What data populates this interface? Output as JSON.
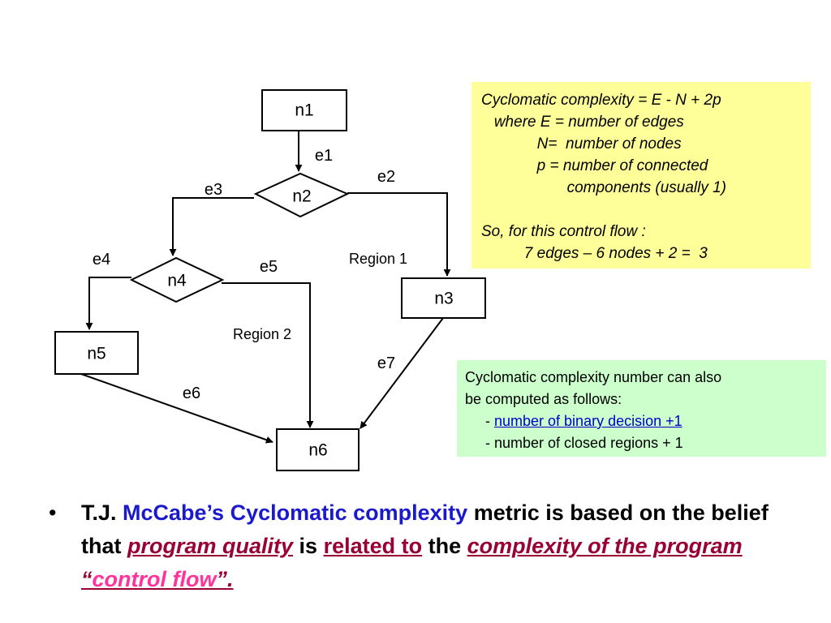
{
  "diagram": {
    "nodes": {
      "n1": "n1",
      "n2": "n2",
      "n3": "n3",
      "n4": "n4",
      "n5": "n5",
      "n6": "n6"
    },
    "edges": {
      "e1": "e1",
      "e2": "e2",
      "e3": "e3",
      "e4": "e4",
      "e5": "e5",
      "e6": "e6",
      "e7": "e7"
    },
    "regions": {
      "r1": "Region 1",
      "r2": "Region 2"
    }
  },
  "formula_note": {
    "line1": "Cyclomatic complexity = E - N + 2p",
    "line2": "   where E = number of edges",
    "line3": "             N=  number of nodes",
    "line4": "             p = number of connected",
    "line5": "                    components (usually 1)",
    "line6": "So, for this control flow :",
    "line7": "          7 edges – 6 nodes + 2 =  3"
  },
  "alt_note": {
    "line1": "Cyclomatic complexity number can also",
    "line2": "be computed as follows:",
    "item1_prefix": "     - ",
    "item1_link": "number of binary decision +1",
    "item2": "     - number of closed regions + 1"
  },
  "bullet": {
    "glyph": "•",
    "p1": "T.J. ",
    "p2": "McCabe’s Cyclomatic complexity",
    "p3": " metric is based on the belief that ",
    "p4": "program quality",
    "p5": " is ",
    "p6": "related to",
    "p7": " the ",
    "p8": "complexity of the program “",
    "p9": "control flow",
    "p10": "”."
  },
  "colors": {
    "formula_bg": "#ffff99",
    "alt_bg": "#ccffcc",
    "link": "#0000cc",
    "highlight_blue": "#1a1acc",
    "highlight_maroon": "#990033",
    "highlight_pink": "#ff3399"
  }
}
